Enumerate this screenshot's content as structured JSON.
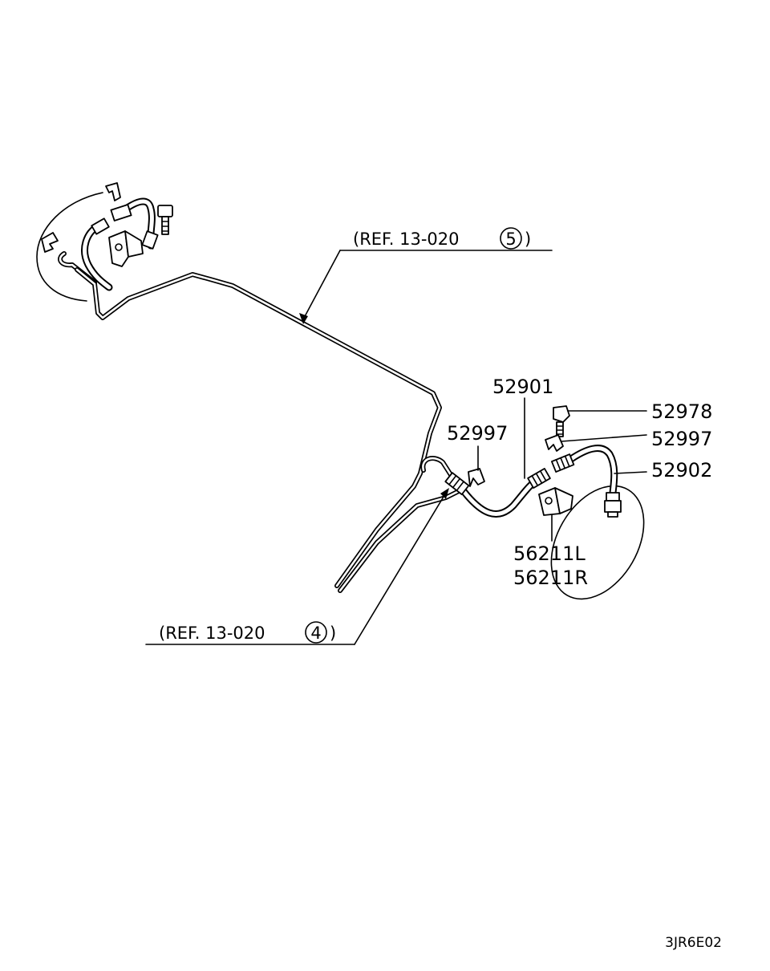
{
  "diagram": {
    "diagram_code": "3JR6E02",
    "refs": {
      "upper": {
        "text": "(REF. 13-020",
        "circled": "5",
        "close": ")"
      },
      "lower": {
        "text": "(REF. 13-020",
        "circled": "4",
        "close": ")"
      }
    },
    "part_labels": {
      "hose_front": "52901",
      "clip_left": "52997",
      "bolt": "52978",
      "clip_right": "52997",
      "hose_rear": "52902",
      "bracket_l": "56211L",
      "bracket_r": "56211R"
    }
  }
}
